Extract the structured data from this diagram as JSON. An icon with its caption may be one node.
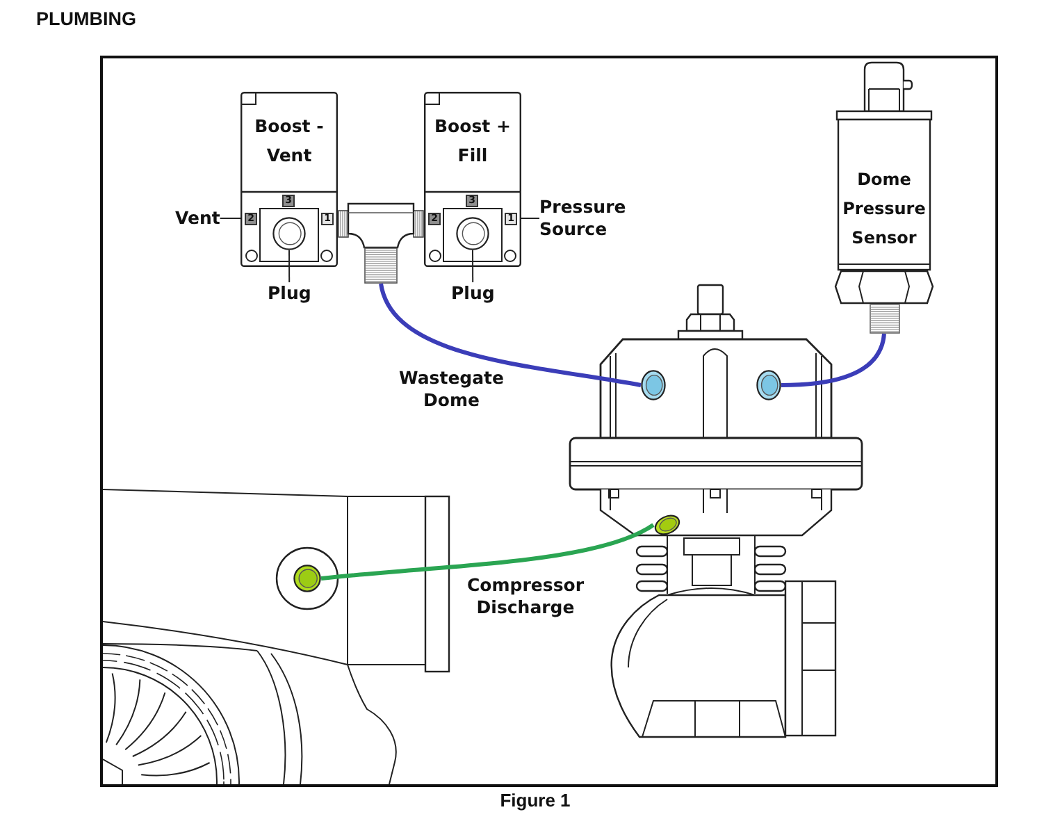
{
  "diagram": {
    "title": "PLUMBING",
    "caption": "Figure 1",
    "nodes": [
      {
        "text": [
          "Boost - Vent"
        ]
      },
      {
        "text": [
          "3"
        ],
        "in": 0
      },
      {
        "text": [
          "2"
        ],
        "in": 0
      },
      {
        "text": [
          "1"
        ],
        "in": 0
      },
      {
        "text": [],
        "shape": "circle",
        "in": 0
      },
      {
        "text": [
          "Vent"
        ]
      },
      {
        "text": [
          "Plug"
        ]
      },
      {
        "text": [],
        "shape": "picture"
      },
      {
        "text": [
          "Boost + Fill"
        ]
      },
      {
        "text": [
          "3"
        ],
        "in": 8
      },
      {
        "text": [
          "2"
        ],
        "in": 8
      },
      {
        "text": [
          "1"
        ],
        "in": 8
      },
      {
        "text": [],
        "shape": "circle",
        "in": 8
      },
      {
        "text": [
          "Pressure Source"
        ]
      },
      {
        "text": [
          "Plug"
        ]
      },
      {
        "text": [
          "Dome Pressure Sensor"
        ]
      },
      {
        "text": [],
        "shape": "picture"
      },
      {
        "text": [],
        "shape": "circle",
        "in": 16
      },
      {
        "text": [],
        "shape": "circle",
        "in": 16
      },
      {
        "text": [],
        "shape": "circle",
        "in": 16
      },
      {
        "text": [],
        "shape": "picture"
      },
      {
        "text": [],
        "shape": "circle",
        "in": 20
      }
    ],
    "edges": [
      {
        "from": 5,
        "to": 0,
        "arrow": "none"
      },
      {
        "from": 6,
        "to": 4,
        "arrow": "none"
      },
      {
        "from": 13,
        "to": 8,
        "arrow": "none"
      },
      {
        "from": 14,
        "to": 12,
        "arrow": "none"
      },
      {
        "from": 7,
        "to": 17,
        "arrow": "none",
        "label": "Wastegate Dome",
        "style": "thick",
        "color": "#3b3db8"
      },
      {
        "from": 15,
        "to": 18,
        "arrow": "none",
        "style": "thick",
        "color": "#3b3db8"
      },
      {
        "from": 21,
        "to": 19,
        "arrow": "none",
        "label": "Compressor Discharge",
        "style": "thick",
        "color": "#2aa552"
      }
    ]
  }
}
